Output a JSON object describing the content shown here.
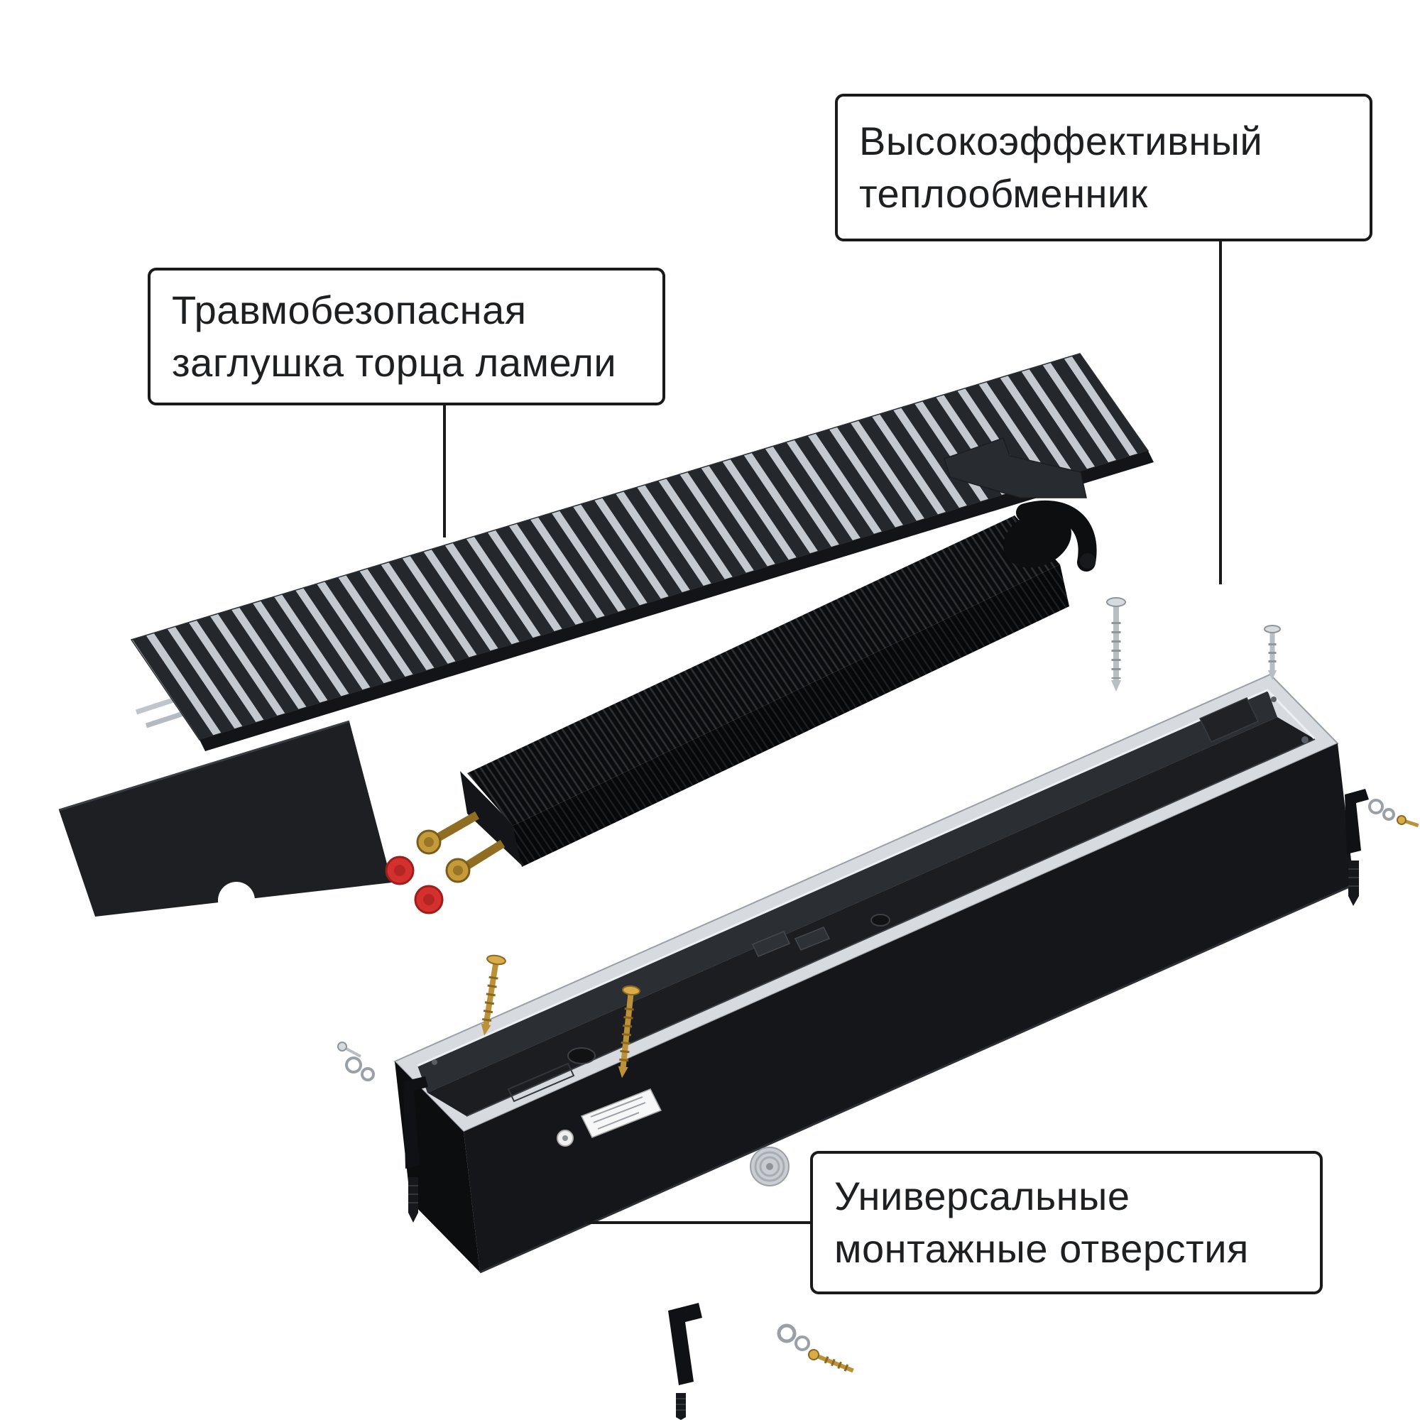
{
  "callouts": {
    "heat_exchanger": {
      "lines": [
        "Высокоэффективный",
        "теплообменник"
      ]
    },
    "lamella_end_plug": {
      "lines": [
        "Травмобезопасная",
        "заглушка торца ламели"
      ]
    },
    "mounting_holes": {
      "lines": [
        "Универсальные",
        "монтажные отверстия"
      ]
    }
  },
  "colors": {
    "background": "#ffffff",
    "callout_border": "#1a1a1a",
    "callout_text": "#1d1f21",
    "grille_slat_light": "#c3c9cf",
    "grille_slat_dark": "#24272b",
    "heat_exchanger_black": "#0b0c0e",
    "casing_rim_silver": "#d7dbdf",
    "casing_body_dark": "#15161a",
    "valve_brass": "#c49a3a",
    "protective_cap_red": "#d3302e"
  }
}
